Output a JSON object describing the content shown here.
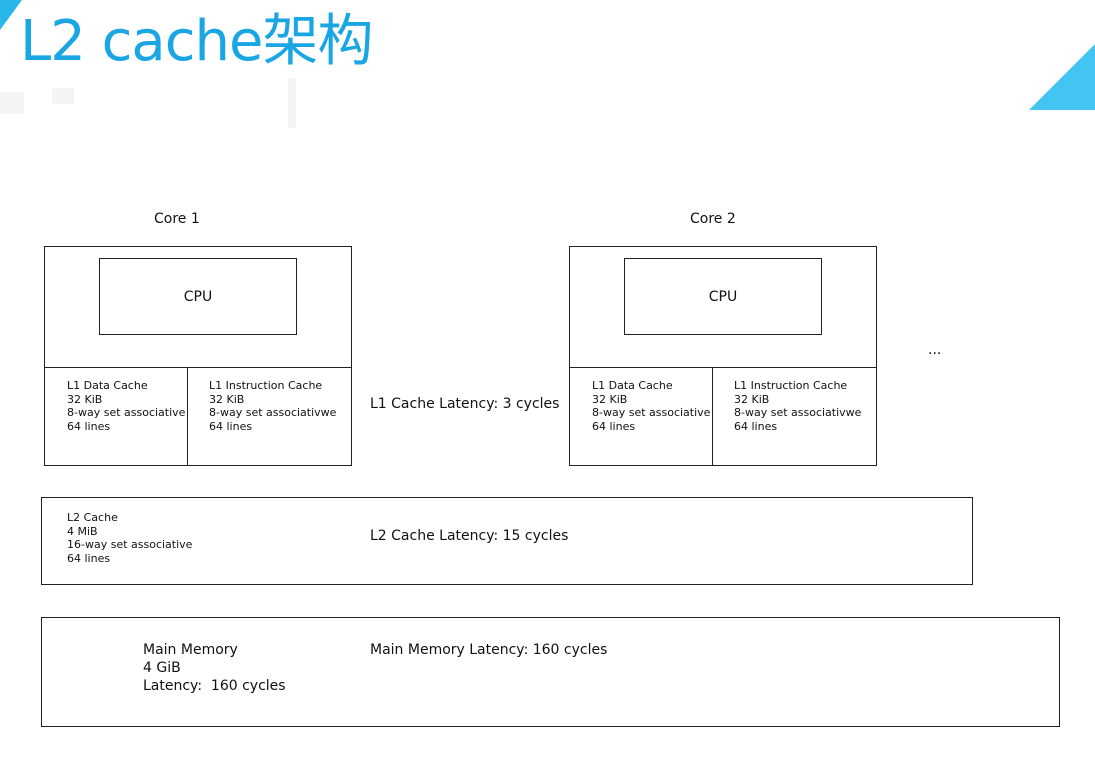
{
  "slide": {
    "title": "L2 cache架构",
    "accent_color": "#1aa5e3"
  },
  "cores": [
    {
      "label": "Core 1",
      "cpu_label": "CPU",
      "l1_data": "L1 Data Cache\n32 KiB\n8-way set associative\n64 lines",
      "l1_instruction": "L1 Instruction Cache\n32 KiB\n8-way set associativwe\n64 lines"
    },
    {
      "label": "Core 2",
      "cpu_label": "CPU",
      "l1_data": "L1 Data Cache\n32 KiB\n8-way set associative\n64 lines",
      "l1_instruction": "L1 Instruction Cache\n32 KiB\n8-way set associativwe\n64 lines"
    }
  ],
  "ellipsis": "...",
  "l1_latency": "L1 Cache Latency: 3 cycles",
  "l2": {
    "info": "L2 Cache\n4 MiB\n16-way set associative\n64 lines",
    "latency": "L2 Cache Latency: 15 cycles"
  },
  "main_memory": {
    "info": "Main Memory\n4 GiB\nLatency:  160 cycles",
    "latency": "Main Memory Latency: 160 cycles"
  }
}
